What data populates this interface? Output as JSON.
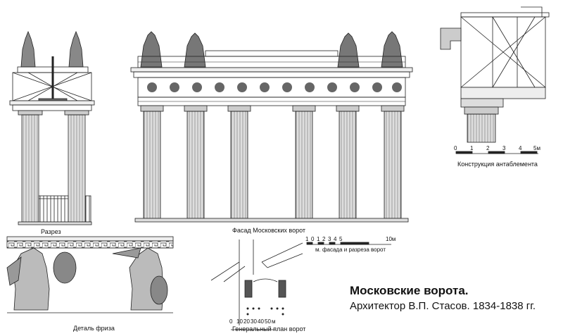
{
  "title": "Московские ворота.",
  "subtitle": "Архитектор В.П. Стасов. 1834-1838 гг.",
  "labels": {
    "section": "Разрез",
    "facade": "Фасад Московских ворот",
    "frieze": "Деталь фриза",
    "plan": "Генеральный план ворот",
    "entablature": "Конструкция антаблемента"
  },
  "scales": {
    "entablature_ticks": [
      "0",
      "1",
      "2",
      "3",
      "4",
      "5м"
    ],
    "facade_ticks": [
      "1",
      "0",
      "1",
      "2",
      "3",
      "4",
      "5",
      "10м"
    ],
    "facade_caption": "м. фасада и разреза ворот",
    "plan_ticks": [
      "0",
      "10",
      "20",
      "30",
      "40",
      "50",
      "м"
    ]
  }
}
